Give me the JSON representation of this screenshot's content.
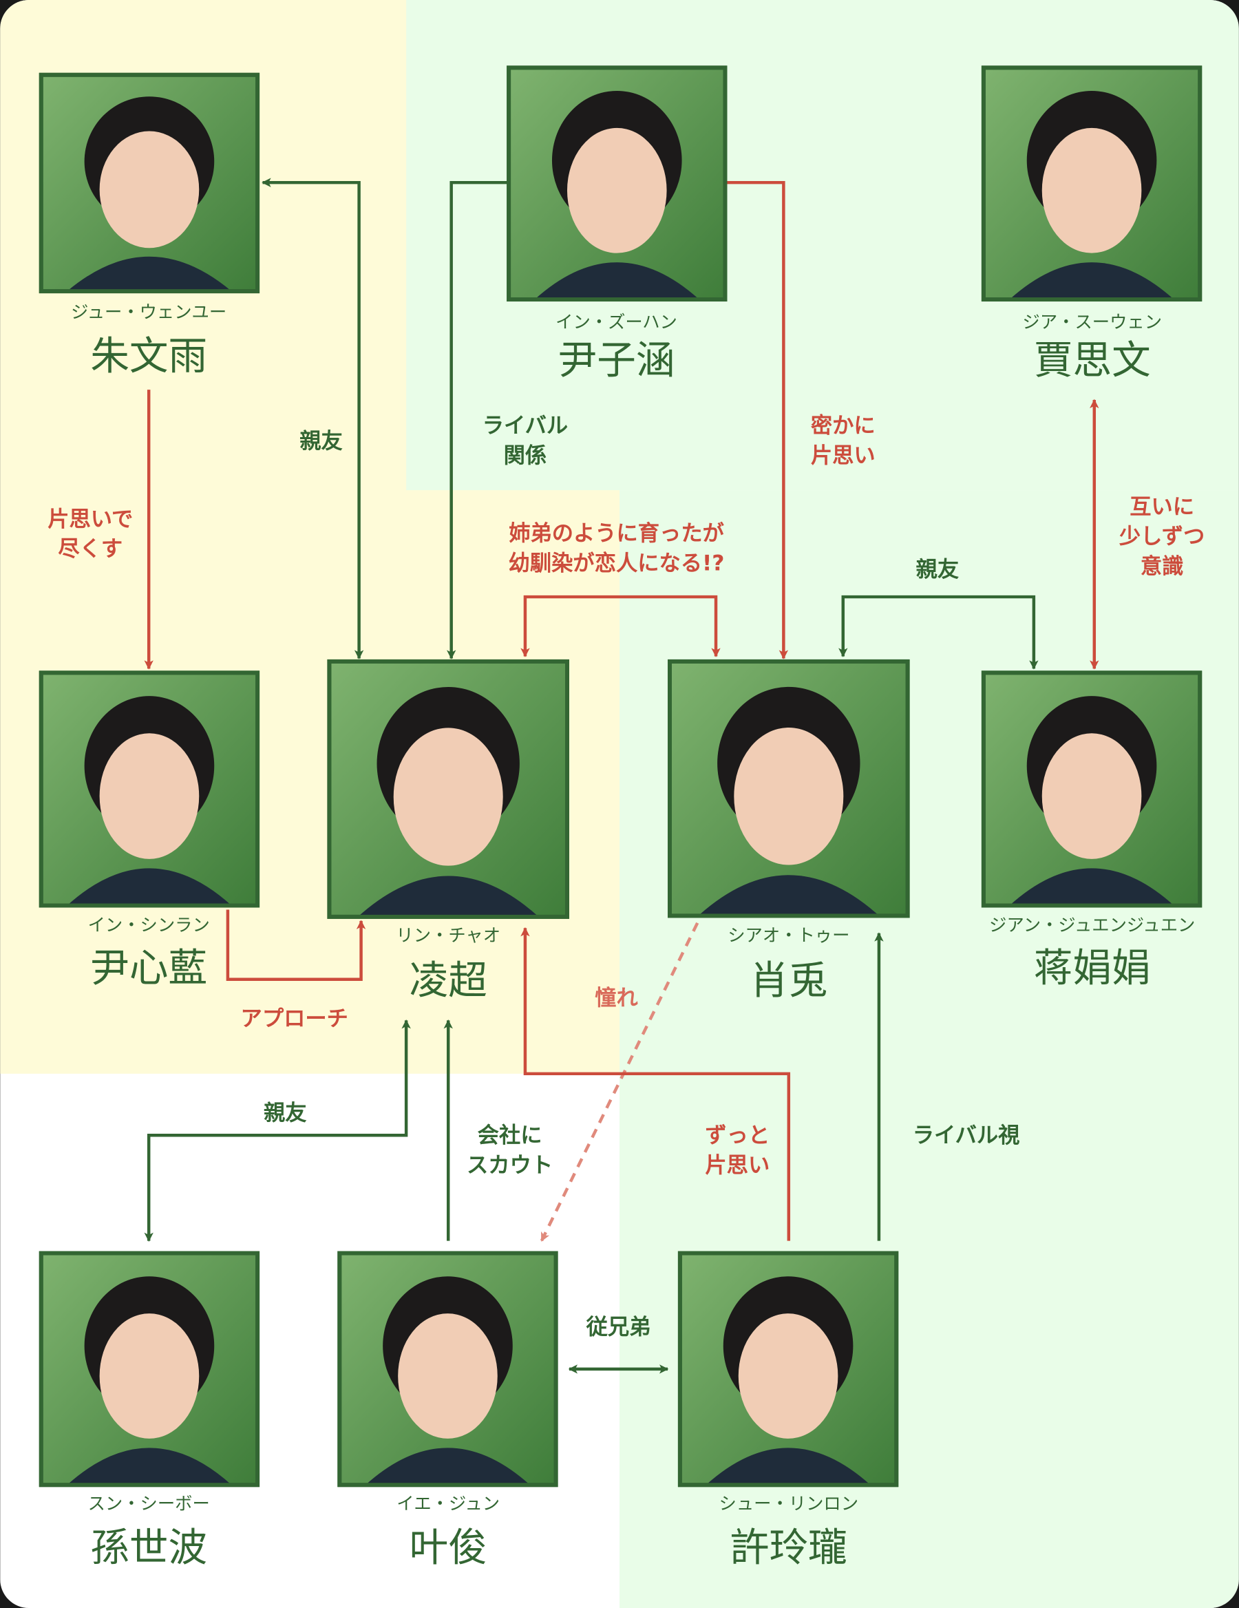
{
  "colors": {
    "friend": "#336633",
    "love": "#cc4c3c",
    "bg_yellow": "#fefbd8",
    "bg_green": "#e9fde8"
  },
  "people": [
    {
      "kana": "ジュー・ウェンユー",
      "kanji": "朱文雨"
    },
    {
      "kana": "イン・ズーハン",
      "kanji": "尹子涵"
    },
    {
      "kana": "ジア・スーウェン",
      "kanji": "賈思文"
    },
    {
      "kana": "イン・シンラン",
      "kanji": "尹心藍"
    },
    {
      "kana": "リン・チャオ",
      "kanji": "凌超"
    },
    {
      "kana": "シアオ・トゥー",
      "kanji": "肖兎"
    },
    {
      "kana": "ジアン・ジュエンジュエン",
      "kanji": "蒋娟娟"
    },
    {
      "kana": "スン・シーボー",
      "kanji": "孫世波"
    },
    {
      "kana": "イエ・ジュン",
      "kanji": "叶俊"
    },
    {
      "kana": "シュー・リンロン",
      "kanji": "許玲瓏"
    }
  ],
  "relations": {
    "best_friend_top": [
      "親友"
    ],
    "rival": [
      "ライバル",
      "関係"
    ],
    "secret_crush": [
      "密かに",
      "片思い"
    ],
    "mutual": [
      "互いに",
      "少しずつ",
      "意識"
    ],
    "devoted": [
      "片思いで",
      "尽くす"
    ],
    "childhood": [
      "姉弟のように育ったが",
      "幼馴染が恋人になる!?"
    ],
    "best_friend_right": [
      "親友"
    ],
    "approach": [
      "アプローチ"
    ],
    "admire": [
      "憧れ"
    ],
    "long_crush": [
      "ずっと",
      "片思い"
    ],
    "rivalry": [
      "ライバル視"
    ],
    "best_friend_bottom": [
      "親友"
    ],
    "scout": [
      "会社に",
      "スカウト"
    ],
    "cousins": [
      "従兄弟"
    ]
  }
}
